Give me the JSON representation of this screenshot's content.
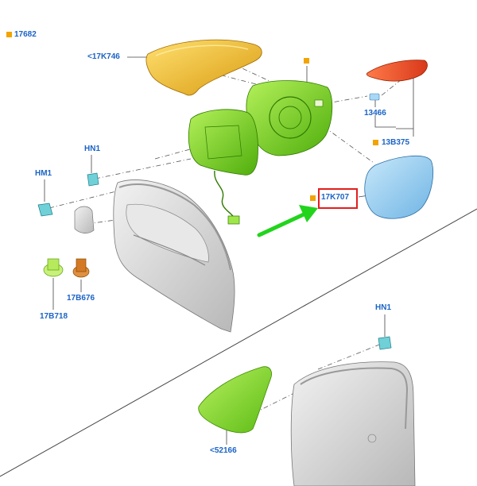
{
  "labels": {
    "ref_17682": "17682",
    "cover": "<17K746",
    "hn1_top": "HN1",
    "hm1": "HM1",
    "ref_13466": "13466",
    "ref_13b375": "13B375",
    "glass": "17K707",
    "ref_17b676": "17B676",
    "ref_17b718": "17B718",
    "hn1_bottom": "HN1",
    "trim": "<52166"
  },
  "colors": {
    "link_text": "#1a63c6",
    "marker": "#f2a400",
    "highlight": "#e41e1e",
    "arrow": "#22d41c",
    "cover_yellow": "#f2c12e",
    "housing_green": "#7ddc1f",
    "glass_blue": "#8ec8ec",
    "indicator_red": "#f0502a",
    "door_grey": "#d4d4d4"
  }
}
